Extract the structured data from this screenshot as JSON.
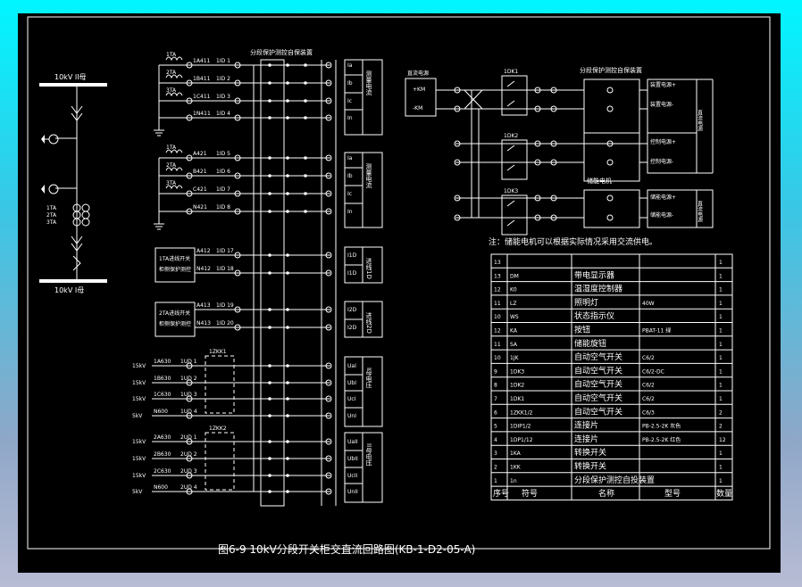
{
  "title": "图6-9 10kV分段开关柜交直流回路图(KB-1-D2-05-A)",
  "left": {
    "bus_top": "10kV II母",
    "bus_bottom": "10kV I母",
    "ct_labels": [
      "1TA",
      "2TA",
      "3TA"
    ]
  },
  "mid": {
    "header": "分段保护测控自保装置",
    "ct_groups": [
      {
        "cts": [
          "1TA",
          "2TA",
          "3TA"
        ],
        "terms": [
          "1A411",
          "1B411",
          "1C411",
          "1N411"
        ],
        "nums": [
          "1ID 1",
          "1ID 2",
          "1ID 3",
          "1ID 4"
        ]
      },
      {
        "cts": [
          "1TA",
          "2TA",
          "3TA"
        ],
        "terms": [
          "A421",
          "B421",
          "C421",
          "N421"
        ],
        "nums": [
          "1ID 5",
          "1ID 6",
          "1ID 7",
          "1ID 8"
        ]
      }
    ],
    "box1": [
      "1TA进线开关",
      "柜侧保护测控"
    ],
    "box1_terms": [
      "A412",
      "N412"
    ],
    "box1_nums": [
      "1ID 17",
      "1ID 18"
    ],
    "box2": [
      "2TA进线开关",
      "柜侧保护测控"
    ],
    "box2_terms": [
      "A413",
      "N413"
    ],
    "box2_nums": [
      "1ID 19",
      "1ID 20"
    ],
    "vgroup1": {
      "volt": [
        "15kV",
        "15kV",
        "15kV",
        "5kV"
      ],
      "terms": [
        "1A630",
        "1B630",
        "1C630",
        "N600"
      ],
      "nums": [
        "1UD 1",
        "1UD 2",
        "1UD 3",
        "1UD 4"
      ],
      "sw": "1ZKK1"
    },
    "vgroup2": {
      "volt": [
        "15kV",
        "15kV",
        "15kV",
        "5kV"
      ],
      "terms": [
        "2A630",
        "2B630",
        "2C630",
        "N600"
      ],
      "nums": [
        "2UD 1",
        "2UD 2",
        "2UD 3",
        "2UD 4"
      ],
      "sw": "1ZKK2"
    },
    "side_groups": [
      {
        "rows": [
          "Ia",
          "Ib",
          "Ic",
          "In"
        ],
        "label": "测量电流"
      },
      {
        "rows": [
          "Ia",
          "Ib",
          "Ic",
          "In"
        ],
        "label": "测量电流"
      },
      {
        "rows": [
          "I1D",
          "I1D"
        ],
        "label": "进线1D"
      },
      {
        "rows": [
          "I2D",
          "I2D"
        ],
        "label": "进线2D"
      },
      {
        "rows": [
          "UaI",
          "UbI",
          "UcI",
          "UnI"
        ],
        "label": "I母电压"
      },
      {
        "rows": [
          "UaII",
          "UbII",
          "UcII",
          "UnII"
        ],
        "label": "II母电压"
      }
    ]
  },
  "right": {
    "supply": "直流电源",
    "supply_terms": [
      "+KM",
      "-KM"
    ],
    "device": "分段保护测控自保装置",
    "motor": "储能电机",
    "breakers": [
      "1DK1",
      "1DK2",
      "1DK3"
    ],
    "right_boxes": [
      "装置电源+",
      "装置电源-",
      "控制电源+",
      "控制电源-",
      "储能电源+",
      "储能电源-"
    ],
    "right_labels": [
      "直流电源",
      "直流电源"
    ],
    "note": "注：储能电机可以根据实际情况采用交流供电。"
  },
  "table": {
    "headers": [
      "序号",
      "符号",
      "名称",
      "型号",
      "数量"
    ],
    "rows": [
      [
        "13",
        "",
        "",
        "",
        "1"
      ],
      [
        "13",
        "DM",
        "带电显示器",
        "",
        "1"
      ],
      [
        "12",
        "K0",
        "温湿度控制器",
        "",
        "1"
      ],
      [
        "11",
        "LZ",
        "照明灯",
        "40W",
        "1"
      ],
      [
        "10",
        "WS",
        "状态指示仪",
        "",
        "1"
      ],
      [
        "12",
        "KA",
        "按钮",
        "PBAT-11 绿",
        "1"
      ],
      [
        "11",
        "SA",
        "储能旋钮",
        "",
        "1"
      ],
      [
        "10",
        "1JK",
        "自动空气开关",
        "C6/2",
        "1"
      ],
      [
        "9",
        "1DK3",
        "自动空气开关",
        "C6/2-DC",
        "1"
      ],
      [
        "8",
        "1DK2",
        "自动空气开关",
        "C6/2",
        "1"
      ],
      [
        "7",
        "1DK1",
        "自动空气开关",
        "C6/2",
        "1"
      ],
      [
        "6",
        "1ZKK1/2",
        "自动空气开关",
        "C6/3",
        "2"
      ],
      [
        "5",
        "1DIP1/2",
        "连接片",
        "PB-2.5-2K 灰色",
        "2"
      ],
      [
        "4",
        "1DP1/12",
        "连接片",
        "PB-2.5-2K 红色",
        "12"
      ],
      [
        "3",
        "1KA",
        "转换开关",
        "",
        "1"
      ],
      [
        "2",
        "1KK",
        "转换开关",
        "",
        "1"
      ],
      [
        "1",
        "1n",
        "分段保护测控自投装置",
        "",
        "1"
      ]
    ]
  }
}
